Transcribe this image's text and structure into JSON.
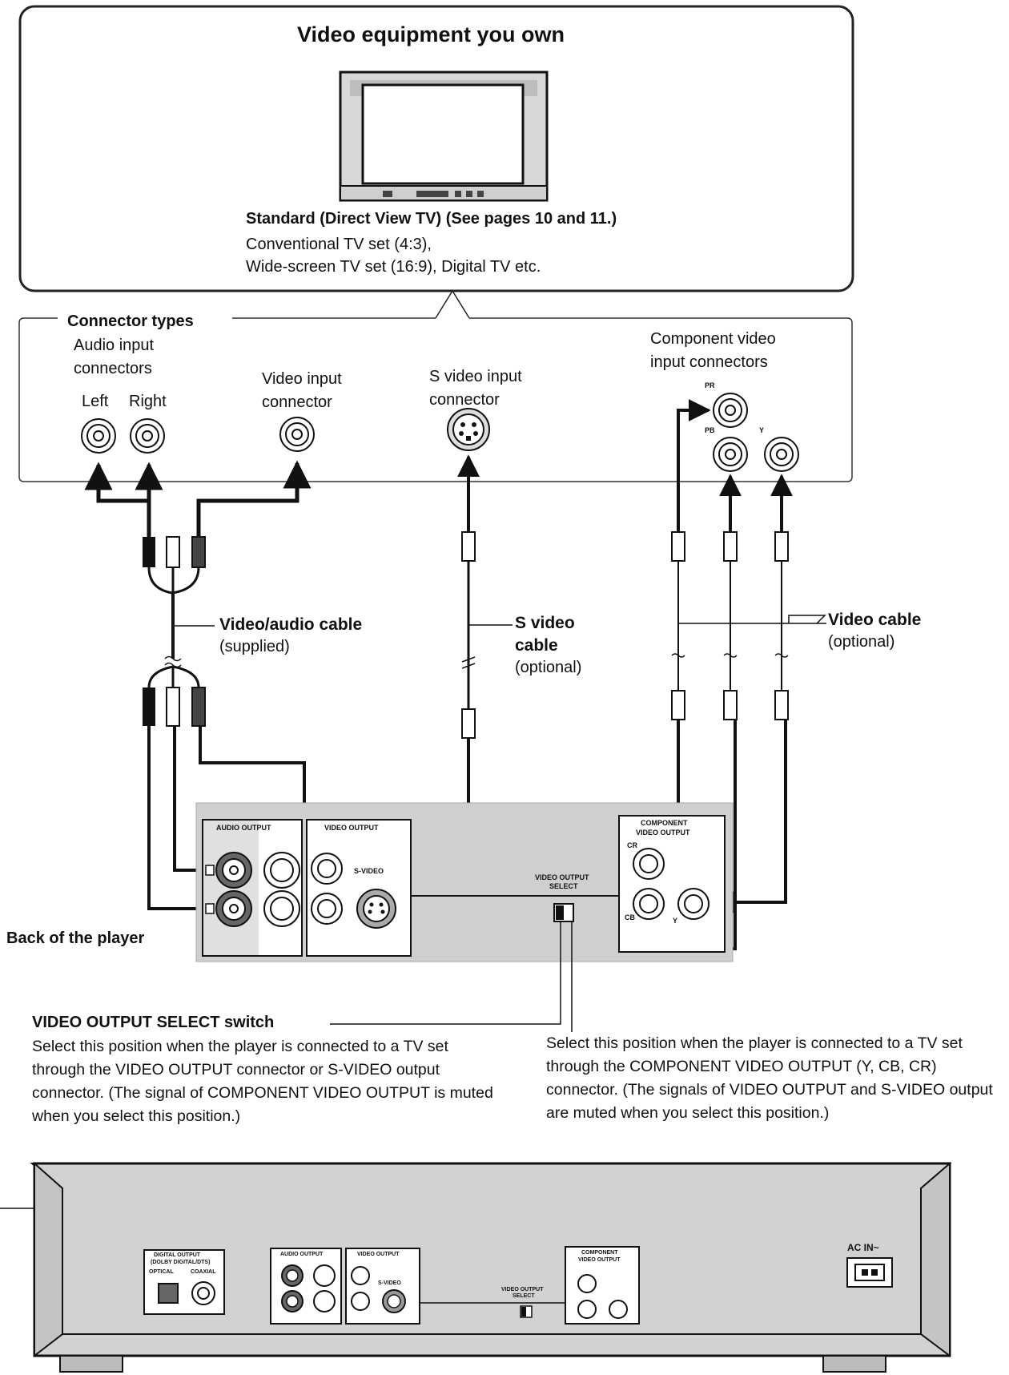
{
  "equipment_box": {
    "title": "Video equipment you own",
    "tv_heading": "Standard (Direct View TV) (See pages 10 and 11.)",
    "tv_line1": "Conventional TV set (4:3),",
    "tv_line2": "Wide-screen TV set (16:9), Digital TV etc."
  },
  "connector_types": {
    "title": "Connector types",
    "audio_line1": "Audio input",
    "audio_line2": "connectors",
    "left": "Left",
    "right": "Right",
    "video_line1": "Video input",
    "video_line2": "connector",
    "svideo_line1": "S video input",
    "svideo_line2": "connector",
    "component_line1": "Component video",
    "component_line2": "input connectors",
    "pr": "PR",
    "pb": "PB",
    "y": "Y"
  },
  "cables": {
    "va_title": "Video/audio cable",
    "va_note": "(supplied)",
    "sv_title1": "S video",
    "sv_title2": "cable",
    "sv_note": "(optional)",
    "vc_title": "Video cable",
    "vc_note": "(optional)"
  },
  "back_panel": {
    "label": "Back of the player",
    "audio_output": "AUDIO OUTPUT",
    "video_output": "VIDEO OUTPUT",
    "s_video": "S-VIDEO",
    "select_label1": "VIDEO OUTPUT",
    "select_label2": "SELECT",
    "component_label1": "COMPONENT",
    "component_label2": "VIDEO OUTPUT",
    "cr": "CR",
    "cb": "CB",
    "y": "Y"
  },
  "switch_notes": {
    "title": "VIDEO OUTPUT SELECT switch",
    "left_text": "Select this position when the player is connected to a TV set through the VIDEO OUTPUT connector or S-VIDEO output connector. (The signal of COMPONENT VIDEO OUTPUT is muted when you select this position.)",
    "right_text": "Select this position when the player is connected to a TV set through the COMPONENT VIDEO OUTPUT (Y, CB, CR) connector. (The signals of VIDEO OUTPUT and S-VIDEO output are muted when you select this position.)"
  },
  "player_rear": {
    "digital_output1": "DIGITAL OUTPUT",
    "digital_output2": "(DOLBY DIGITAL/DTS)",
    "optical": "OPTICAL",
    "coaxial": "COAXIAL",
    "audio_output": "AUDIO OUTPUT",
    "video_output": "VIDEO OUTPUT",
    "s_video": "S-VIDEO",
    "component1": "COMPONENT",
    "component2": "VIDEO OUTPUT",
    "select1": "VIDEO OUTPUT",
    "select2": "SELECT",
    "ac_in": "AC IN~"
  }
}
